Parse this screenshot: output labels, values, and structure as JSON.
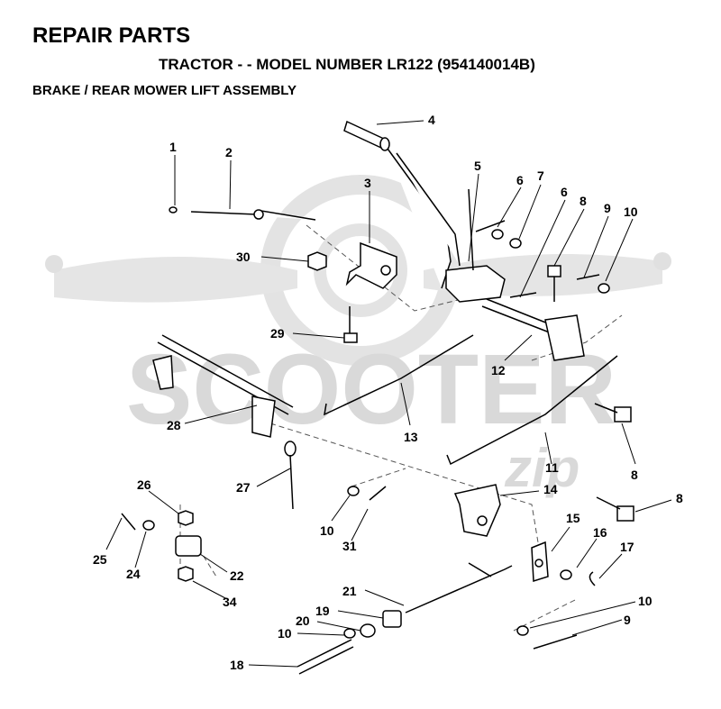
{
  "header": {
    "title": "REPAIR PARTS",
    "subtitle": "TRACTOR - - MODEL NUMBER LR122 (954140014B)",
    "section": "BRAKE / REAR MOWER LIFT ASSEMBLY"
  },
  "watermark": {
    "text": "SCOOTER",
    "suffix": "zip",
    "color": "#d9d9d9"
  },
  "callouts": [
    "1",
    "2",
    "3",
    "4",
    "5",
    "6",
    "7",
    "6",
    "8",
    "9",
    "10",
    "30",
    "29",
    "28",
    "12",
    "13",
    "11",
    "8",
    "27",
    "26",
    "10",
    "31",
    "14",
    "8",
    "25",
    "24",
    "22",
    "15",
    "16",
    "17",
    "34",
    "21",
    "10",
    "19",
    "20",
    "9",
    "10",
    "18"
  ]
}
